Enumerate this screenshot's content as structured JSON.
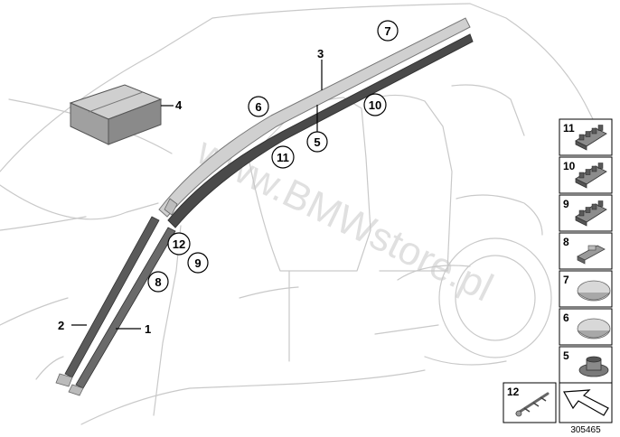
{
  "callouts": {
    "c1": "1",
    "c2": "2",
    "c3": "3",
    "c4": "4",
    "c5": "5",
    "c6": "6",
    "c7": "7",
    "c8": "8",
    "c9": "9",
    "c10": "10",
    "c11": "11",
    "c12": "12"
  },
  "legend": {
    "items": [
      {
        "number": "11",
        "icon": "clip-11-icon"
      },
      {
        "number": "10",
        "icon": "clip-10-icon"
      },
      {
        "number": "9",
        "icon": "clip-9-icon"
      },
      {
        "number": "8",
        "icon": "clip-8-icon"
      },
      {
        "number": "7",
        "icon": "cap-7-icon"
      },
      {
        "number": "6",
        "icon": "cap-6-icon"
      },
      {
        "number": "5",
        "icon": "grommet-5-icon"
      }
    ],
    "bottom_item": {
      "number": "12",
      "icon": "tool-12-icon"
    }
  },
  "watermark": "www.BMWstore.pl",
  "reference_number": "305465",
  "colors": {
    "outline": "#c9c9c9",
    "part_dark": "#555555",
    "part_mid": "#8a8a8a",
    "part_light": "#cfcfcf"
  }
}
